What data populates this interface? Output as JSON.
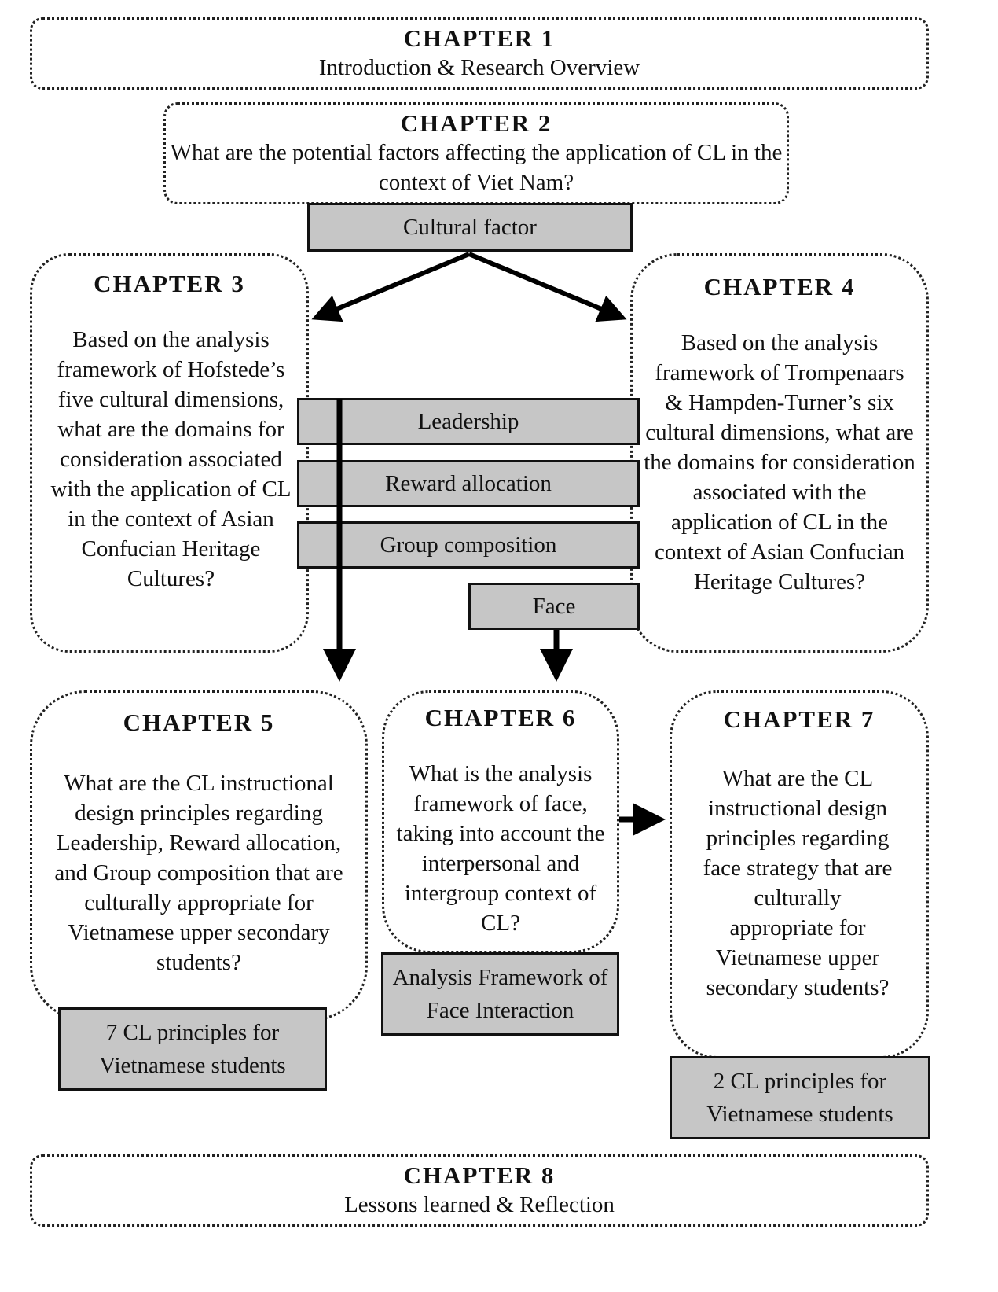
{
  "chapters": {
    "ch1": {
      "title": "CHAPTER 1",
      "text": "Introduction & Research Overview"
    },
    "ch2": {
      "title": "CHAPTER 2",
      "text": "What are the potential factors affecting the application of CL in the context of Viet Nam?"
    },
    "ch3": {
      "title": "CHAPTER 3",
      "text": "Based on the analysis framework of Hofstede’s five cultural dimensions, what are the domains for consideration associated with the application of CL in the context of Asian Confucian Heritage Cultures?"
    },
    "ch4": {
      "title": "CHAPTER 4",
      "text": "Based on the analysis framework of Trompenaars & Hampden-Turner’s six cultural dimensions, what are the domains for consideration associated with the application of CL in the context of Asian Confucian Heritage Cultures?"
    },
    "ch5": {
      "title": "CHAPTER 5",
      "text": "What are the CL instructional design principles regarding Leadership, Reward allocation, and Group composition that are culturally appropriate for Vietnamese upper secondary students?"
    },
    "ch6": {
      "title": "CHAPTER 6",
      "text": "What is the analysis framework of face, taking into account the interpersonal and intergroup context of CL?"
    },
    "ch7": {
      "title": "CHAPTER 7",
      "text": "What are the CL instructional design principles regarding face strategy that are culturally appropriate for Vietnamese upper secondary students?"
    },
    "ch8": {
      "title": "CHAPTER 8",
      "text": "Lessons learned & Reflection"
    }
  },
  "boxes": {
    "cultural_factor": "Cultural factor",
    "leadership": "Leadership",
    "reward_allocation": "Reward allocation",
    "group_composition": "Group composition",
    "face": "Face",
    "principles_7": "7 CL principles for Vietnamese students",
    "analysis_framework": "Analysis Framework of Face Interaction",
    "principles_2": "2 CL principles for Vietnamese students"
  }
}
